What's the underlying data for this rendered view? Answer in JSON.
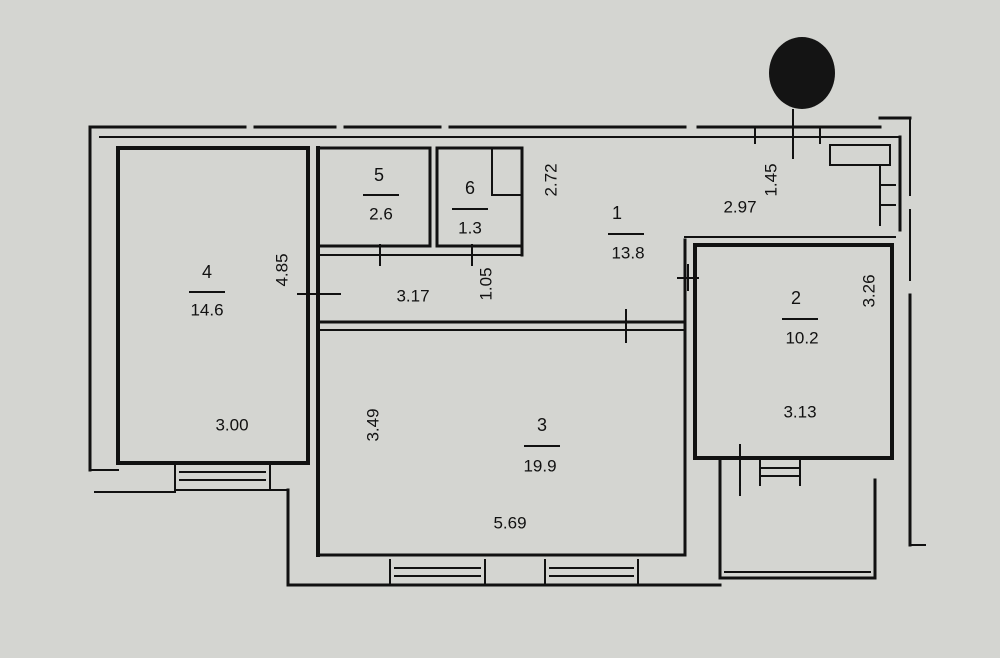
{
  "floor_plan": {
    "rooms": [
      {
        "id": "1",
        "number": "1",
        "area": "13.8",
        "width": "2.97",
        "height": "2.72"
      },
      {
        "id": "2",
        "number": "2",
        "area": "10.2",
        "width": "3.13",
        "height": "3.26"
      },
      {
        "id": "3",
        "number": "3",
        "area": "19.9",
        "width": "5.69",
        "height": "3.49"
      },
      {
        "id": "4",
        "number": "4",
        "area": "14.6",
        "width": "3.00",
        "height": "4.85"
      },
      {
        "id": "5",
        "number": "5",
        "area": "2.6"
      },
      {
        "id": "6",
        "number": "6",
        "area": "1.3"
      }
    ],
    "corridor": {
      "length": "3.17",
      "width": "1.05"
    },
    "extra_dims": {
      "d145": "1.45"
    }
  },
  "colors": {
    "paper": "#d4d5d1",
    "ink": "#111111",
    "wall_fill": "#d4d5d1"
  }
}
